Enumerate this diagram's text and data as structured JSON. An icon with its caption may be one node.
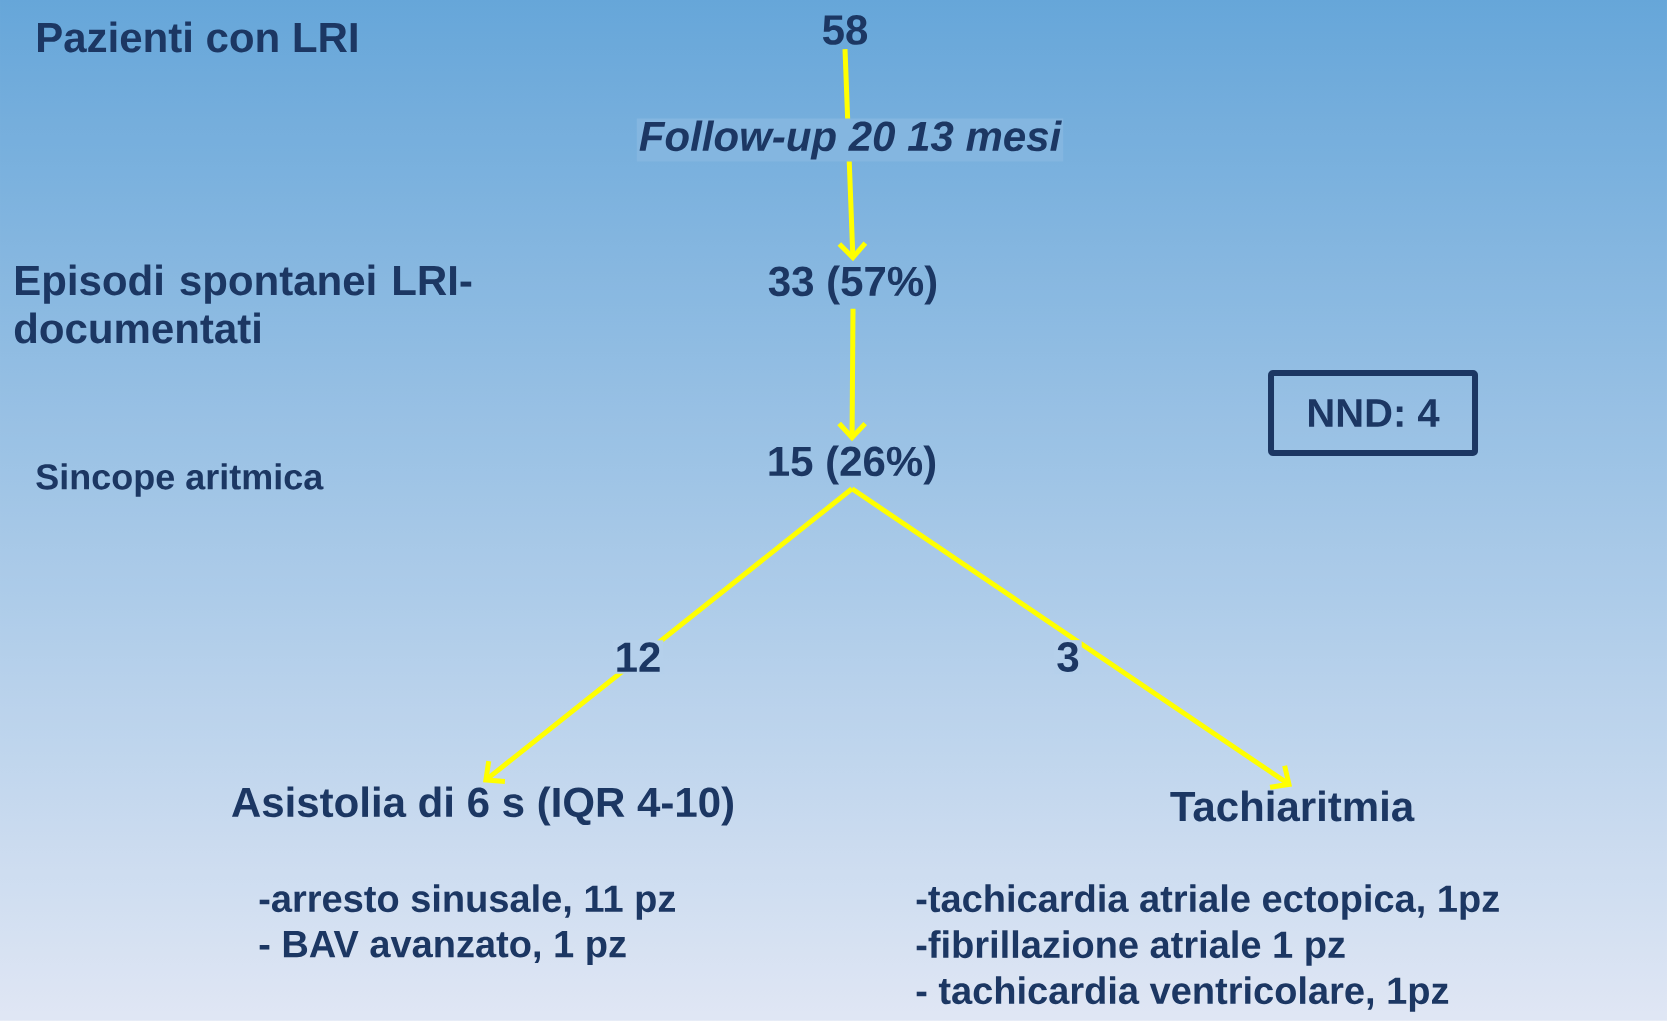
{
  "diagram": {
    "nodes": [
      {
        "text": [
          "58"
        ]
      },
      {
        "text": [
          "33 (57%)"
        ]
      },
      {
        "text": [
          "15 (26%)"
        ]
      },
      {
        "text": [
          "Asistolia di 6 s (IQR 4-10)"
        ],
        "beside": [
          "-arresto sinusale, 11 pz",
          "- BAV avanzato, 1 pz"
        ]
      },
      {
        "text": [
          "Tachiaritmia"
        ],
        "beside": [
          "-tachicardia atriale ectopica, 1pz",
          "-fibrillazione atriale 1 pz",
          "- tachicardia ventricolare, 1pz"
        ]
      },
      {
        "text": [
          "NND: 4"
        ]
      }
    ],
    "edges": [
      {
        "from": 0,
        "to": 1,
        "arrow": "to",
        "label": "Follow-up 20  13 mesi"
      },
      {
        "from": 1,
        "to": 2,
        "arrow": "to"
      },
      {
        "from": 2,
        "to": 3,
        "arrow": "to",
        "label": "12"
      },
      {
        "from": 2,
        "to": 4,
        "arrow": "to",
        "label": "3"
      }
    ],
    "labels": [
      "Pazienti con LRI",
      "Episodi spontanei LRI-documentati",
      "Sincope aritmica"
    ]
  }
}
